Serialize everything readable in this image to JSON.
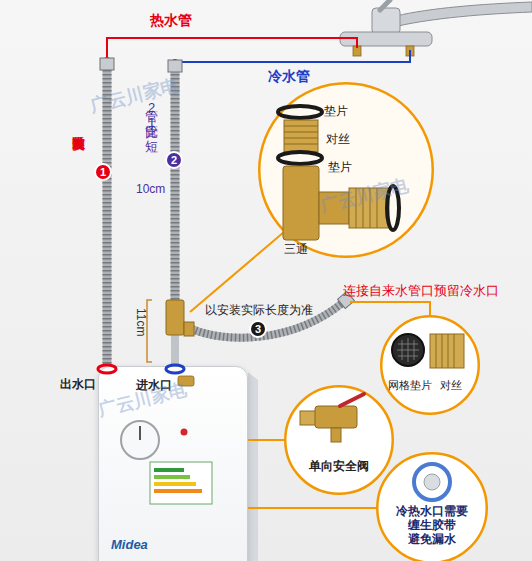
{
  "diagram": {
    "nodes": [
      {
        "text": [
          "1"
        ]
      },
      {
        "text": [
          "2"
        ]
      },
      {
        "text": [
          "垫片",
          "对丝",
          "垫片",
          "三通"
        ]
      },
      {
        "text": [
          "3"
        ]
      },
      {
        "text": [
          "网格垫片",
          "对丝"
        ]
      },
      {
        "text": [
          "单向安全阀"
        ]
      },
      {
        "text": [
          "Midea"
        ]
      },
      {
        "text": [
          "冷热水口需要 缠生胶带 避免漏水"
        ]
      }
    ],
    "edges": [
      {
        "from": 6,
        "to": 5,
        "arrow": "none"
      },
      {
        "from": 6,
        "to": 7,
        "arrow": "none"
      }
    ],
    "labels": [
      "热水管",
      "冷水管",
      "以安装实际长度为准",
      "管2比管1短",
      "10cm",
      "11cm",
      "以安装实际长度为准",
      "连接自来水管口预留冷水口",
      "出水口",
      "进水口",
      "广云川家电",
      "广云川家电",
      "广云川家电"
    ]
  }
}
